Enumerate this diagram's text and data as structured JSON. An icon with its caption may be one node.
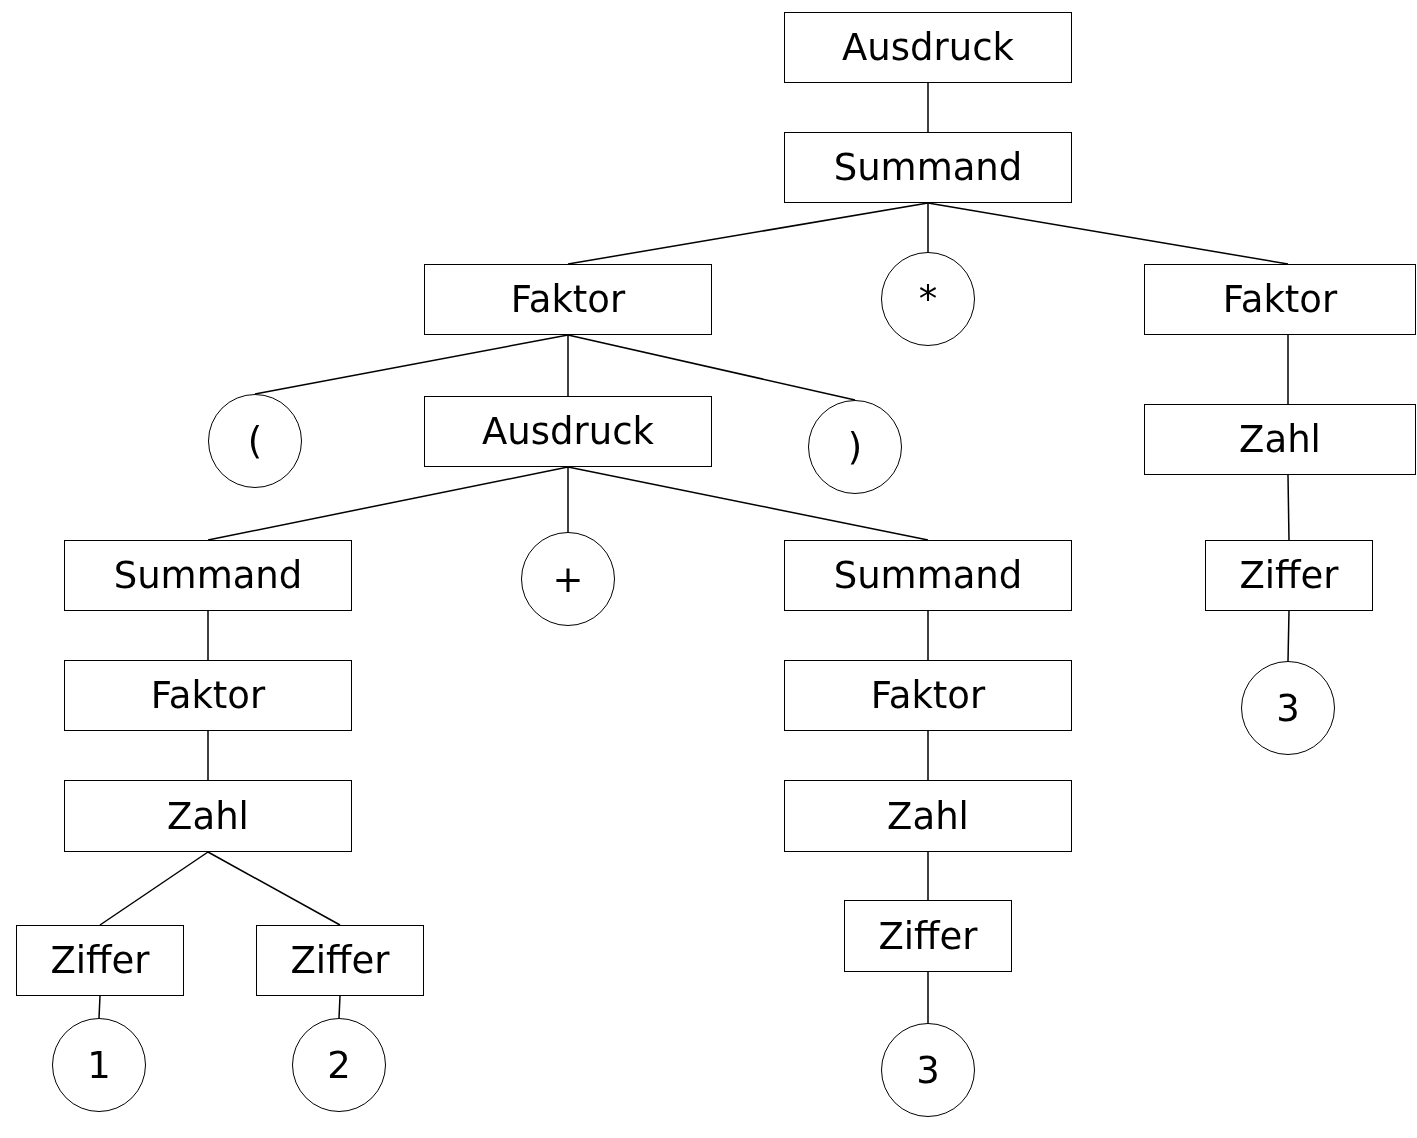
{
  "diagram": {
    "nodes": [
      {
        "text": [
          "Ausdruck"
        ]
      },
      {
        "text": [
          "Summand"
        ]
      },
      {
        "text": [
          "Faktor"
        ]
      },
      {
        "text": [
          "*"
        ]
      },
      {
        "text": [
          "Faktor"
        ]
      },
      {
        "text": [
          "("
        ]
      },
      {
        "text": [
          "Ausdruck"
        ]
      },
      {
        "text": [
          ")"
        ]
      },
      {
        "text": [
          "Zahl"
        ]
      },
      {
        "text": [
          "Summand"
        ]
      },
      {
        "text": [
          "+"
        ]
      },
      {
        "text": [
          "Summand"
        ]
      },
      {
        "text": [
          "Ziffer"
        ]
      },
      {
        "text": [
          "Faktor"
        ]
      },
      {
        "text": [
          "Faktor"
        ]
      },
      {
        "text": [
          "3"
        ]
      },
      {
        "text": [
          "Zahl"
        ]
      },
      {
        "text": [
          "Zahl"
        ]
      },
      {
        "text": [
          "Ziffer"
        ]
      },
      {
        "text": [
          "Ziffer"
        ]
      },
      {
        "text": [
          "Ziffer"
        ]
      },
      {
        "text": [
          "1"
        ]
      },
      {
        "text": [
          "2"
        ]
      },
      {
        "text": [
          "3"
        ]
      }
    ],
    "edges": [
      {
        "from": 0,
        "to": 1,
        "arrow": "none"
      },
      {
        "from": 1,
        "to": 2,
        "arrow": "none"
      },
      {
        "from": 1,
        "to": 3,
        "arrow": "none"
      },
      {
        "from": 1,
        "to": 4,
        "arrow": "none"
      },
      {
        "from": 2,
        "to": 5,
        "arrow": "none"
      },
      {
        "from": 2,
        "to": 6,
        "arrow": "none"
      },
      {
        "from": 2,
        "to": 7,
        "arrow": "none"
      },
      {
        "from": 4,
        "to": 8,
        "arrow": "none"
      },
      {
        "from": 6,
        "to": 9,
        "arrow": "none"
      },
      {
        "from": 6,
        "to": 10,
        "arrow": "none"
      },
      {
        "from": 6,
        "to": 11,
        "arrow": "none"
      },
      {
        "from": 8,
        "to": 12,
        "arrow": "none"
      },
      {
        "from": 9,
        "to": 13,
        "arrow": "none"
      },
      {
        "from": 11,
        "to": 14,
        "arrow": "none"
      },
      {
        "from": 12,
        "to": 15,
        "arrow": "none"
      },
      {
        "from": 13,
        "to": 16,
        "arrow": "none"
      },
      {
        "from": 14,
        "to": 17,
        "arrow": "none"
      },
      {
        "from": 16,
        "to": 18,
        "arrow": "none"
      },
      {
        "from": 16,
        "to": 19,
        "arrow": "none"
      },
      {
        "from": 17,
        "to": 20,
        "arrow": "none"
      },
      {
        "from": 18,
        "to": 21,
        "arrow": "none"
      },
      {
        "from": 19,
        "to": 22,
        "arrow": "none"
      },
      {
        "from": 20,
        "to": 23,
        "arrow": "none"
      }
    ]
  }
}
